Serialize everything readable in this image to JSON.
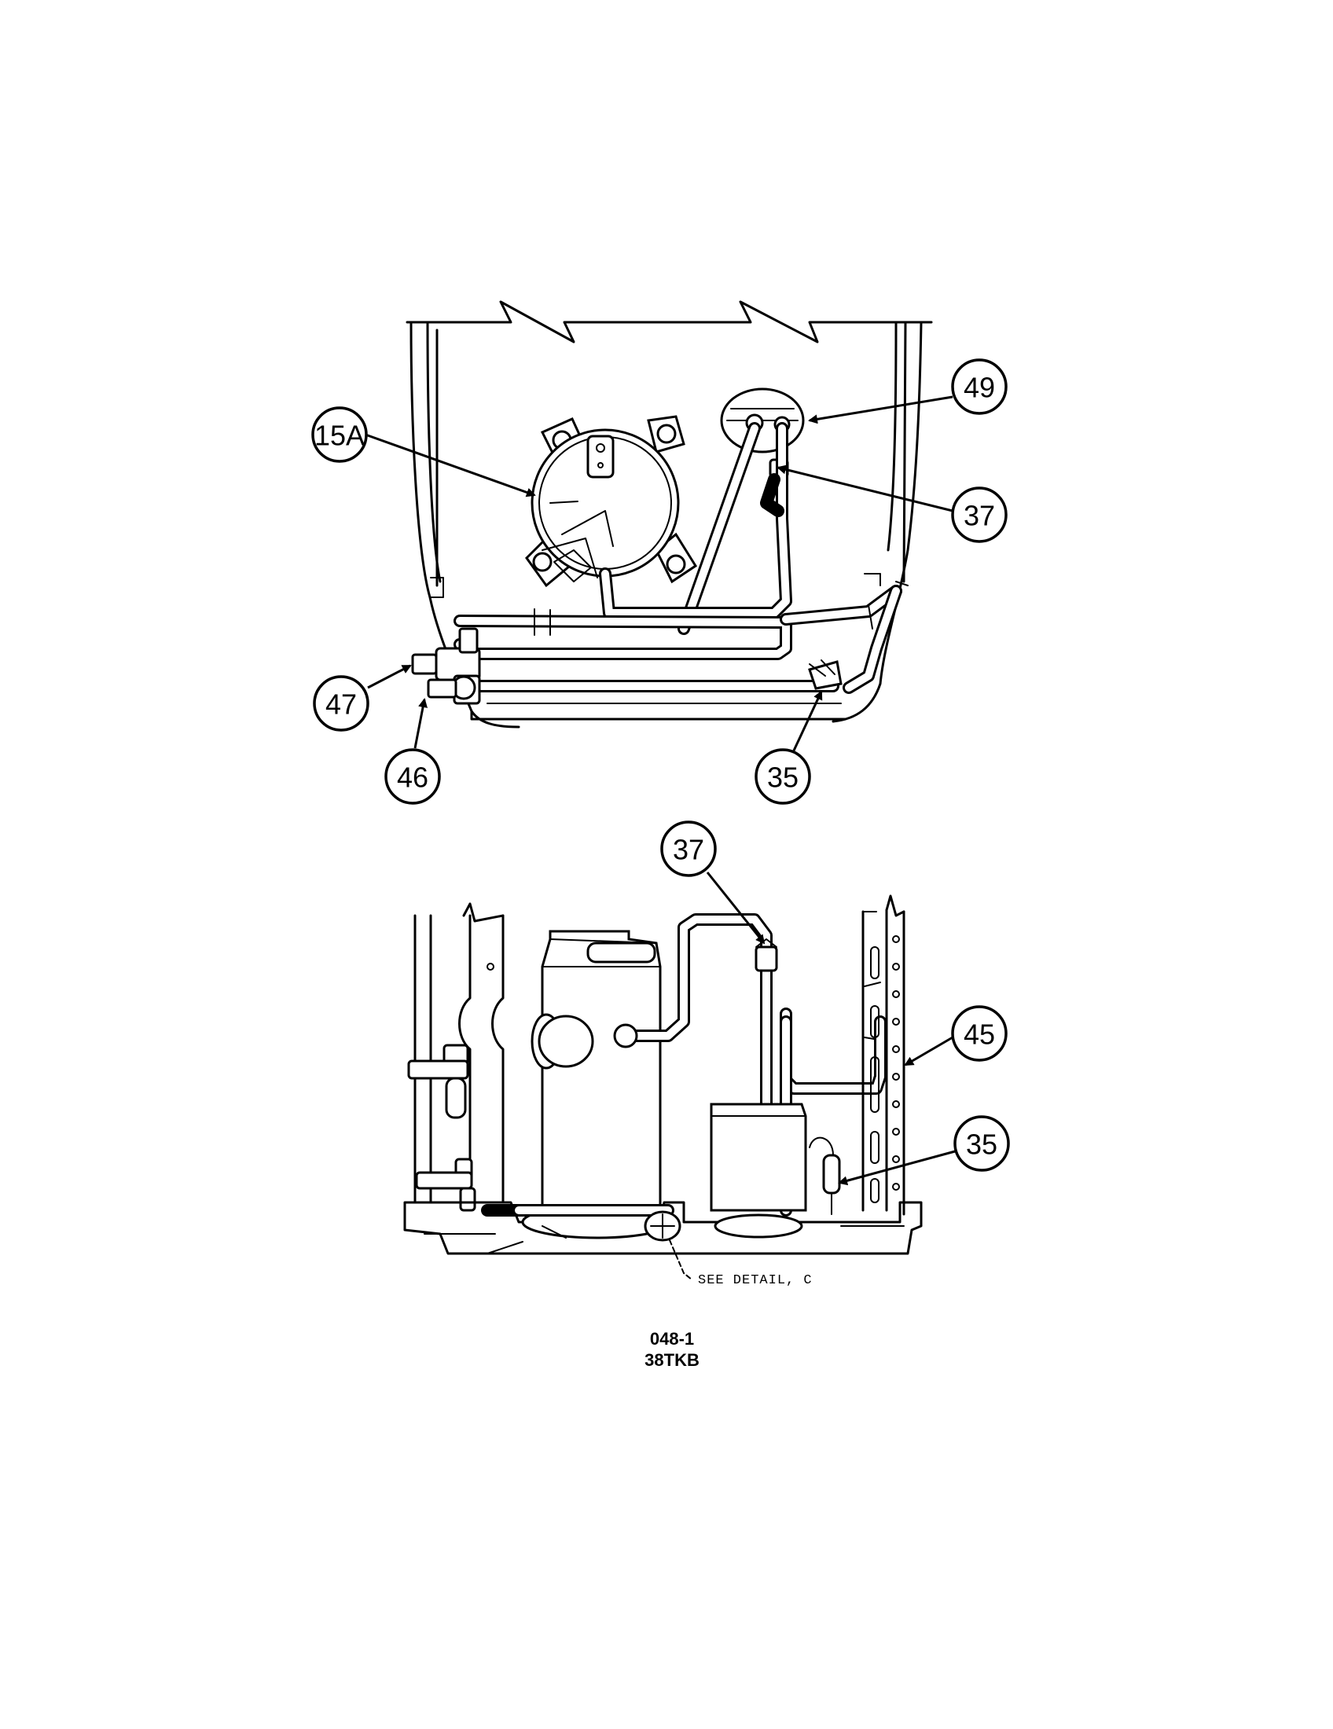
{
  "callouts": {
    "top": {
      "c15a": "15A",
      "c49": "49",
      "c37": "37",
      "c47": "47",
      "c46": "46",
      "c35": "35"
    },
    "bottom": {
      "c37": "37",
      "c45": "45",
      "c35": "35"
    }
  },
  "detail_note": "SEE DETAIL, C",
  "figure_code": "048-1",
  "model": "38TKB"
}
